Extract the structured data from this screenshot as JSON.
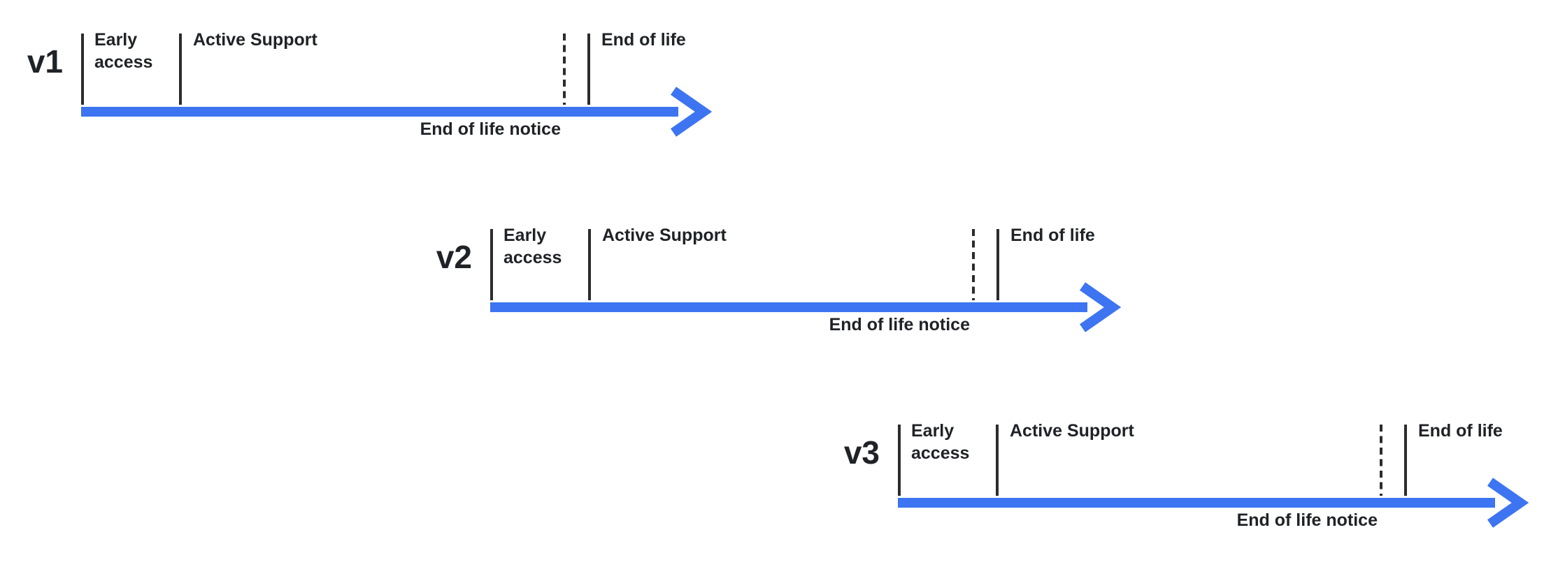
{
  "colors": {
    "accent": "#3D74F1",
    "ink": "#1F2226",
    "tick": "#2A2C2E",
    "background": "#FFFFFF"
  },
  "timelines": [
    {
      "version": "v1",
      "labels": {
        "early_access": "Early access",
        "active_support": "Active Support",
        "end_of_life": "End of life",
        "end_of_life_notice": "End of life notice"
      }
    },
    {
      "version": "v2",
      "labels": {
        "early_access": "Early access",
        "active_support": "Active Support",
        "end_of_life": "End of life",
        "end_of_life_notice": "End of life notice"
      }
    },
    {
      "version": "v3",
      "labels": {
        "early_access": "Early access",
        "active_support": "Active Support",
        "end_of_life": "End of life",
        "end_of_life_notice": "End of life notice"
      }
    }
  ]
}
